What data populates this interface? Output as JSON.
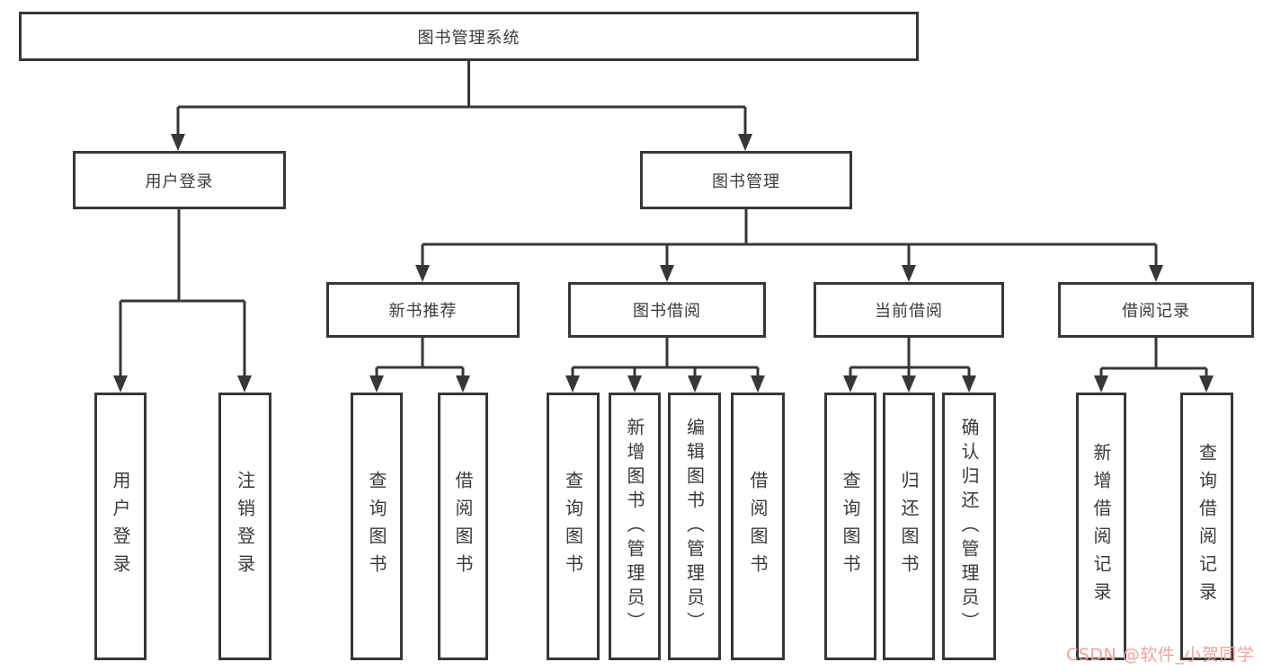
{
  "tree": {
    "root": {
      "label": "图书管理系统"
    },
    "branches": [
      {
        "label": "用户登录",
        "children": [
          {
            "label": "用户登录"
          },
          {
            "label": "注销登录"
          }
        ]
      },
      {
        "label": "图书管理",
        "children": [
          {
            "label": "新书推荐",
            "children": [
              {
                "label": "查询图书"
              },
              {
                "label": "借阅图书"
              }
            ]
          },
          {
            "label": "图书借阅",
            "children": [
              {
                "label": "查询图书"
              },
              {
                "label": "新增图书（管理员）"
              },
              {
                "label": "编辑图书（管理员）"
              },
              {
                "label": "借阅图书"
              }
            ]
          },
          {
            "label": "当前借阅",
            "children": [
              {
                "label": "查询图书"
              },
              {
                "label": "归还图书"
              },
              {
                "label": "确认归还（管理员）"
              }
            ]
          },
          {
            "label": "借阅记录",
            "children": [
              {
                "label": "新增借阅记录"
              },
              {
                "label": "查询借阅记录"
              }
            ]
          }
        ]
      }
    ]
  },
  "watermark": {
    "text": "CSDN @软件_小贺同学"
  },
  "colors": {
    "line": "#373737",
    "text": "#3a3a3a",
    "background": "#ffffff",
    "watermark": "#f2a2a2"
  }
}
